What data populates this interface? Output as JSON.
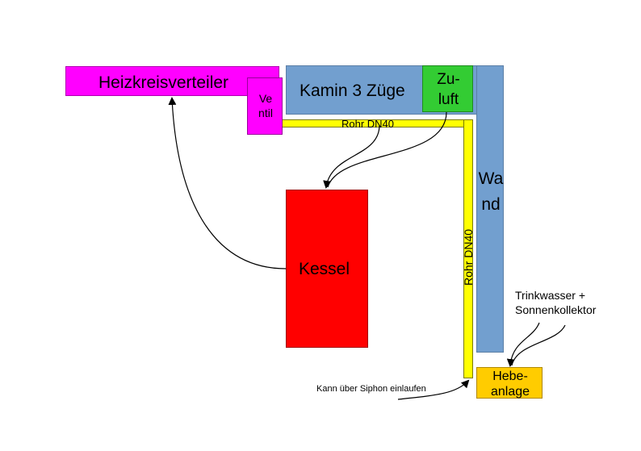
{
  "diagram": {
    "nodes": {
      "heizkreisverteiler": "Heizkreisverteiler",
      "kamin": "Kamin 3 Züge",
      "ventil_line1": "Ve",
      "ventil_line2": "ntil",
      "zuluft_line1": "Zu-",
      "zuluft_line2": "luft",
      "wand": "Wand",
      "kessel": "Kessel",
      "hebeanlage_line1": "Hebe-",
      "hebeanlage_line2": "anlage"
    },
    "labels": {
      "rohr_horizontal": "Rohr DN40",
      "rohr_vertical": "Rohr DN40",
      "trinkwasser_line1": "Trinkwasser +",
      "trinkwasser_line2": "Sonnenkollektor",
      "siphon": "Kann über Siphon einlaufen"
    },
    "colors": {
      "heizkreisverteiler": "#ff00ff",
      "ventil": "#ff00ff",
      "kamin": "#729fcf",
      "wand": "#729fcf",
      "zuluft": "#33cc33",
      "rohr": "#ffff00",
      "kessel": "#ff0000",
      "hebeanlage": "#ffcc00"
    }
  }
}
